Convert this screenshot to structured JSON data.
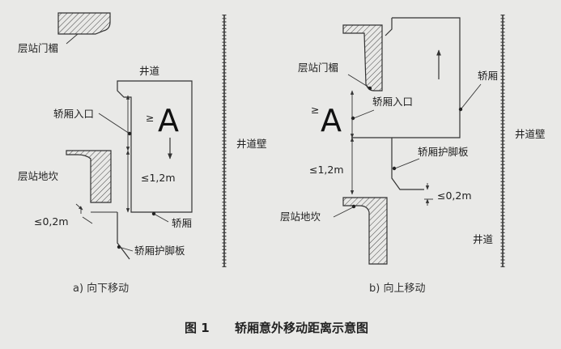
{
  "diagram_a": {
    "landing_door_header": "层站门楣",
    "hoistway": "井道",
    "car_entrance": "轿厢入口",
    "door_zone_mark": "≥A",
    "landing_sill": "层站地坎",
    "height_limit": "≤1,2m",
    "gap_limit": "≤0,2m",
    "car": "轿厢",
    "car_apron": "轿厢护脚板",
    "caption": "a) 向下移动"
  },
  "wall_label_left": "井道壁",
  "diagram_b": {
    "landing_door_header": "层站门楣",
    "car": "轿厢",
    "car_entrance": "轿厢入口",
    "door_zone_mark": "≥",
    "door_zone_letter": "A",
    "height_limit": "≤1,2m",
    "car_apron": "轿厢护脚板",
    "gap_limit": "≤0,2m",
    "landing_sill": "层站地坎",
    "hoistway": "井道",
    "caption": "b) 向上移动"
  },
  "wall_label_right": "井道壁",
  "figure_title": "图 1",
  "figure_subtitle": "轿厢意外移动距离示意图"
}
